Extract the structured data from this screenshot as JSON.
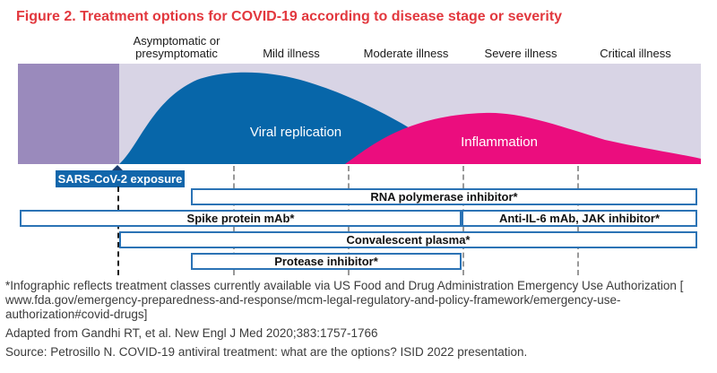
{
  "title": "Figure 2. Treatment options for COVID-19 according to disease stage or severity",
  "stages": [
    {
      "label": "Asymptomatic or presymptomatic"
    },
    {
      "label": "Mild illness"
    },
    {
      "label": "Moderate illness"
    },
    {
      "label": "Severe illness"
    },
    {
      "label": "Critical illness"
    }
  ],
  "chart": {
    "exposure_label": "SARS-CoV-2 exposure",
    "curves": [
      {
        "name": "Viral replication",
        "color": "#0766a9"
      },
      {
        "name": "Inflammation",
        "color": "#eb0d7e"
      }
    ],
    "background_color": "#d8d4e5",
    "pre_exposure_block_color": "#9a8abc"
  },
  "treatments": [
    {
      "label": "RNA polymerase inhibitor*"
    },
    {
      "label": "Spike protein mAb*"
    },
    {
      "label": "Anti-IL-6 mAb, JAK inhibitor*"
    },
    {
      "label": "Convalescent plasma*"
    },
    {
      "label": "Protease inhibitor*"
    }
  ],
  "footnotes": {
    "asterisk_note": "*Infographic reflects treatment classes currently available via US Food and Drug Administration Emergency Use Authorization [ www.fda.gov/emergency-preparedness-and-response/mcm-legal-regulatory-and-policy-framework/emergency-use-authorization#covid-drugs]",
    "adapted": "Adapted from Gandhi RT, et al. New Engl J Med 2020;383:1757-1766",
    "source": "Source: Petrosillo N. COVID-19 antiviral treatment: what are the options? ISID 2022 presentation."
  },
  "colors": {
    "title_red": "#e2383e",
    "viral_blue": "#0766a9",
    "inflammation_pink": "#eb0d7e",
    "lavender_background": "#d8d4e5",
    "pre_exposure_purple": "#9a8abc",
    "exposure_box_blue": "#1266ab",
    "bar_border_blue": "#2b73b5"
  }
}
